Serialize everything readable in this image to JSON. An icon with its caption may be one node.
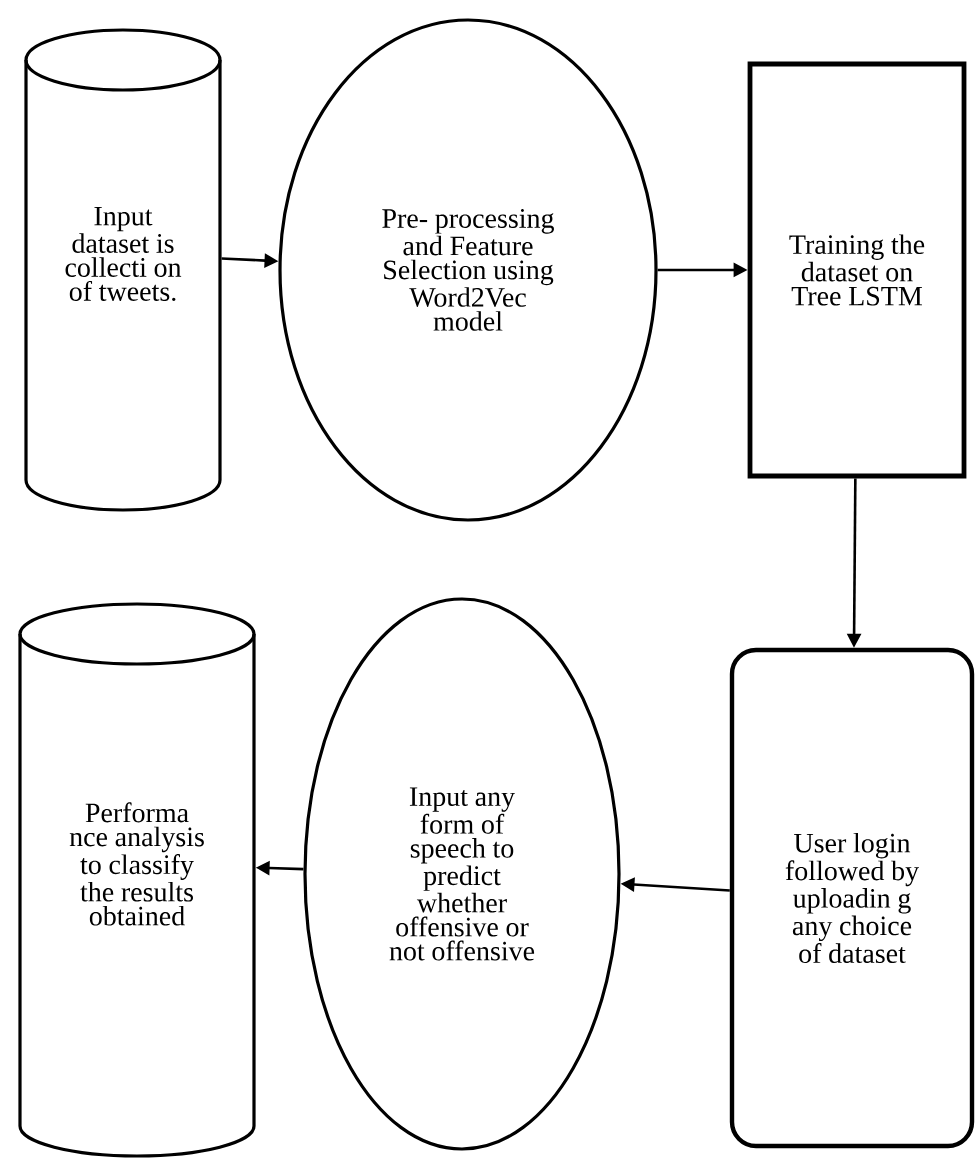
{
  "diagram": {
    "nodes": [
      {
        "text": [
          "Input dataset is collecti on of tweets."
        ]
      },
      {
        "text": [
          "Pre- processing and Feature Selection using Word2Vec model"
        ]
      },
      {
        "text": [
          "Training the dataset on Tree LSTM"
        ]
      },
      {
        "text": [
          "User login followed by uploadin g any choice of dataset"
        ]
      },
      {
        "text": [
          "Input any form of speech to predict whether offensive or not offensive"
        ]
      },
      {
        "text": [
          "Performa nce analysis to classify the results obtained"
        ]
      }
    ],
    "edges": [
      {
        "from": 0,
        "to": 1,
        "arrow": "to"
      },
      {
        "from": 1,
        "to": 2,
        "arrow": "to"
      },
      {
        "from": 2,
        "to": 3,
        "arrow": "to"
      },
      {
        "from": 3,
        "to": 4,
        "arrow": "to"
      },
      {
        "from": 4,
        "to": 5,
        "arrow": "to"
      }
    ]
  }
}
